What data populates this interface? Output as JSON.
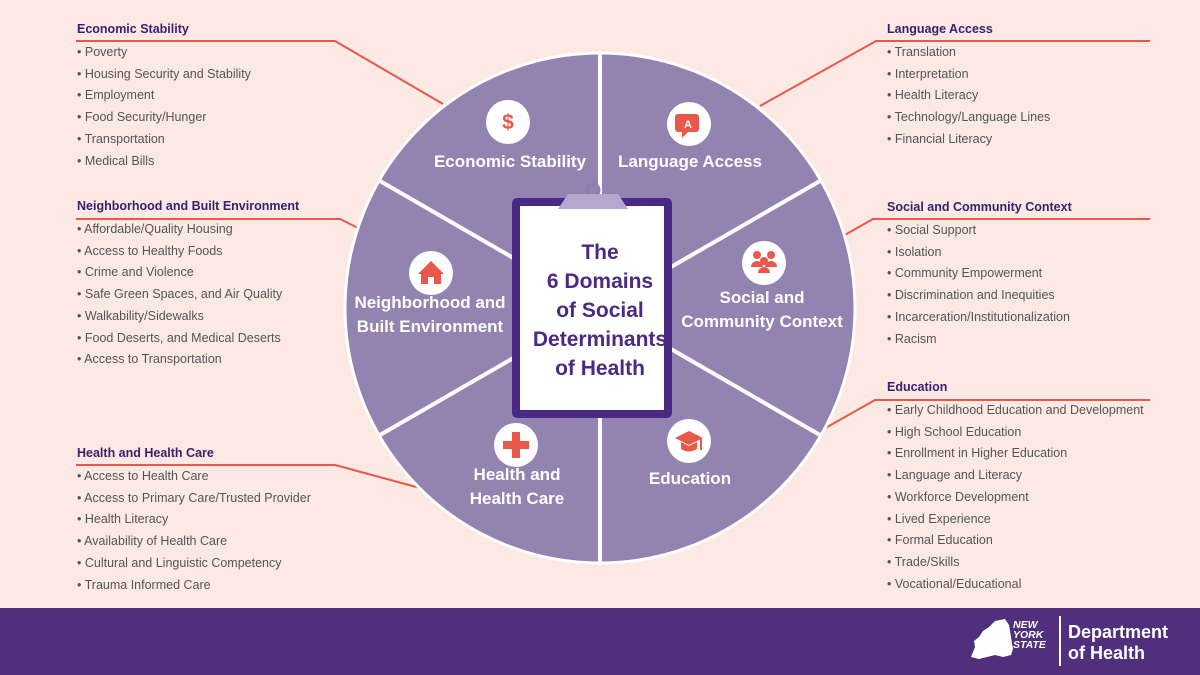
{
  "center_title": [
    "The",
    "6 Domains",
    "of Social",
    "Determinants",
    "of Health"
  ],
  "colors": {
    "background": "#fce9e3",
    "wheel": "#9283b1",
    "wheel_dark": "#7d6ba3",
    "accent": "#e8584b",
    "title": "#4a2a84",
    "footer": "#50307c"
  },
  "segments": [
    {
      "label_lines": [
        "Economic Stability"
      ],
      "icon": "dollar-icon"
    },
    {
      "label_lines": [
        "Language Access"
      ],
      "icon": "translate-icon"
    },
    {
      "label_lines": [
        "Social and",
        "Community Context"
      ],
      "icon": "people-icon"
    },
    {
      "label_lines": [
        "Education"
      ],
      "icon": "graduation-cap-icon"
    },
    {
      "label_lines": [
        "Health and",
        "Health Care"
      ],
      "icon": "medical-cross-icon"
    },
    {
      "label_lines": [
        "Neighborhood and",
        "Built Environment"
      ],
      "icon": "house-icon"
    }
  ],
  "blocks": {
    "economic": {
      "title": "Economic Stability",
      "items": [
        "Poverty",
        "Housing Security and Stability",
        "Employment",
        "Food Security/Hunger",
        "Transportation",
        "Medical Bills"
      ]
    },
    "neighborhood": {
      "title": "Neighborhood and Built Environment",
      "items": [
        "Affordable/Quality Housing",
        "Access to Healthy Foods",
        "Crime and Violence",
        "Safe Green Spaces, and Air Quality",
        "Walkability/Sidewalks",
        "Food Deserts, and Medical Deserts",
        "Access to Transportation"
      ]
    },
    "health": {
      "title": "Health and Health Care",
      "items": [
        "Access to Health Care",
        "Access to Primary Care/Trusted Provider",
        "Health Literacy",
        "Availability of Health Care",
        "Cultural and Linguistic Competency",
        "Trauma Informed Care"
      ]
    },
    "language": {
      "title": "Language Access",
      "items": [
        "Translation",
        "Interpretation",
        "Health Literacy",
        "Technology/Language Lines",
        "Financial Literacy"
      ]
    },
    "social": {
      "title": "Social and Community Context",
      "items": [
        "Social Support",
        "Isolation",
        "Community Empowerment",
        "Discrimination and Inequities",
        "Incarceration/Institutionalization",
        "Racism"
      ]
    },
    "education": {
      "title": "Education",
      "items": [
        "Early Childhood Education and Development",
        "High School Education",
        "Enrollment in Higher Education",
        "Language and Literacy",
        "Workforce Development",
        "Lived Experience",
        "Formal Education",
        "Trade/Skills",
        "Vocational/Educational"
      ]
    }
  },
  "footer": {
    "nys_logo_text": [
      "NEW",
      "YORK",
      "STATE"
    ],
    "department_lines": [
      "Department",
      "of Health"
    ]
  }
}
